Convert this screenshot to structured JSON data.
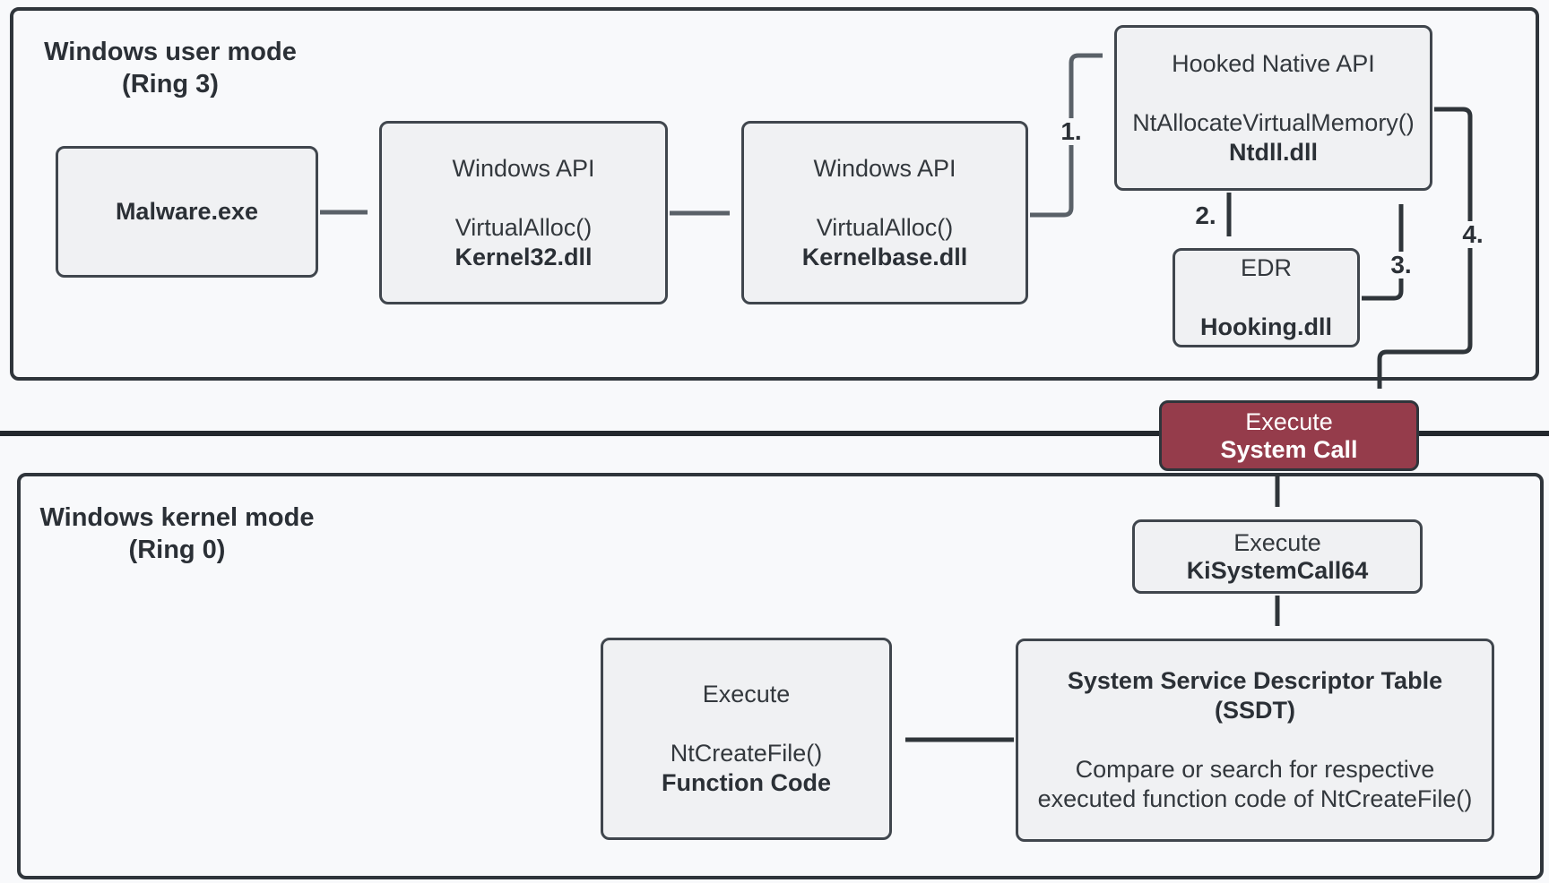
{
  "diagram": {
    "sections": {
      "user_mode": {
        "label_line1": "Windows user mode",
        "label_line2": "(Ring 3)"
      },
      "kernel_mode": {
        "label_line1": "Windows kernel mode",
        "label_line2": "(Ring 0)"
      }
    },
    "boxes": {
      "malware": {
        "title": "Malware.exe"
      },
      "kernel32": {
        "line1": "Windows API",
        "line2": "VirtualAlloc()",
        "line3": "Kernel32.dll"
      },
      "kernelbase": {
        "line1": "Windows API",
        "line2": "VirtualAlloc()",
        "line3": "Kernelbase.dll"
      },
      "hooked_native_api": {
        "line1": "Hooked Native API",
        "line2": "NtAllocateVirtualMemory()",
        "line3": "Ntdll.dll"
      },
      "edr": {
        "line1": "EDR",
        "line2": "Hooking.dll"
      },
      "system_call": {
        "line1": "Execute",
        "line2": "System Call"
      },
      "kisystemcall64": {
        "line1": "Execute",
        "line2": "KiSystemCall64"
      },
      "ssdt": {
        "title_line1": "System Service Descriptor Table",
        "title_line2": "(SSDT)",
        "desc_line1": "Compare or search for respective",
        "desc_line2": "executed function code of NtCreateFile()"
      },
      "ntcreatefile": {
        "line1": "Execute",
        "line2": "NtCreateFile()",
        "line3": "Function Code"
      }
    },
    "step_labels": {
      "step1": "1.",
      "step2": "2.",
      "step3": "3.",
      "step4": "4."
    },
    "colors": {
      "accent_red": "#953C4B",
      "box_fill": "#F0F1F3",
      "box_border": "#40464D",
      "container_border": "#2F353B",
      "divider": "#23282D",
      "arrow_gray": "#5A6168",
      "arrow_dark": "#2F353A"
    }
  }
}
